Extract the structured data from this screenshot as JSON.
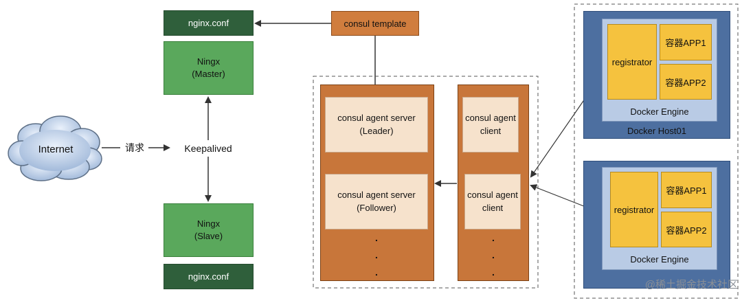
{
  "nginx": {
    "conf_top": "nginx.conf",
    "master_line1": "Ningx",
    "master_line2": "(Master)",
    "keepalived": "Keepalived",
    "slave_line1": "Ningx",
    "slave_line2": "(Slave)",
    "conf_bottom": "nginx.conf"
  },
  "internet": {
    "label": "Internet",
    "request_label": "请求"
  },
  "consul": {
    "template": "consul template",
    "server_leader_line1": "consul agent server",
    "server_leader_line2": "(Leader)",
    "server_follower_line1": "consul agent server",
    "server_follower_line2": "(Follower)",
    "client1_line1": "consul agent",
    "client1_line2": "client",
    "client2_line1": "consul agent",
    "client2_line2": "client",
    "ellipsis": "."
  },
  "docker": {
    "host1": {
      "registrator": "registrator",
      "app1": "容器APP1",
      "app2": "容器APP2",
      "engine": "Docker Engine",
      "host": "Docker Host01"
    },
    "host2": {
      "registrator": "registrator",
      "app1": "容器APP1",
      "app2": "容器APP2",
      "engine": "Docker Engine"
    }
  },
  "watermark": "@稀土掘金技术社区",
  "colors": {
    "nginx_conf": "#2f5f3b",
    "nginx_node": "#5aa85c",
    "consul_template": "#d07d3e",
    "consul_column": "#c8763a",
    "consul_agent": "#f6e2cc",
    "docker_host": "#4d6fa0",
    "docker_engine": "#b9cbe5",
    "container": "#f5c23e"
  }
}
